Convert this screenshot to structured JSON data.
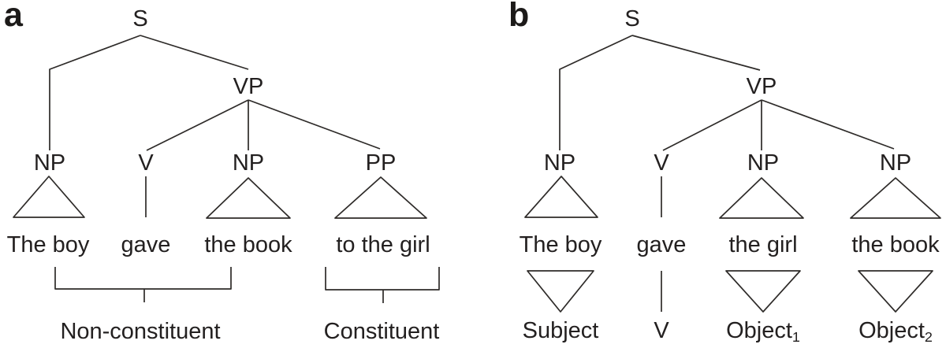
{
  "figure": {
    "colors": {
      "line": "#2e2b29",
      "text": "#232020",
      "background": "#ffffff"
    },
    "panel_a": {
      "panel_label": "a",
      "nodes": {
        "s": "S",
        "np_subject": "NP",
        "vp": "VP",
        "v": "V",
        "np_object": "NP",
        "pp": "PP"
      },
      "words": {
        "w1": "The boy",
        "w2": "gave",
        "w3": "the book",
        "w4": "to the girl"
      },
      "captions": {
        "non_constituent": "Non-constituent",
        "constituent": "Constituent"
      }
    },
    "panel_b": {
      "panel_label": "b",
      "nodes": {
        "s": "S",
        "np_subject": "NP",
        "vp": "VP",
        "v": "V",
        "np_object1": "NP",
        "np_object2": "NP"
      },
      "words": {
        "w1": "The boy",
        "w2": "gave",
        "w3": "the girl",
        "w4": "the book"
      },
      "roles": {
        "subject": "Subject",
        "verb": "V",
        "object1_base": "Object",
        "object1_sub": "1",
        "object2_base": "Object",
        "object2_sub": "2"
      }
    }
  }
}
